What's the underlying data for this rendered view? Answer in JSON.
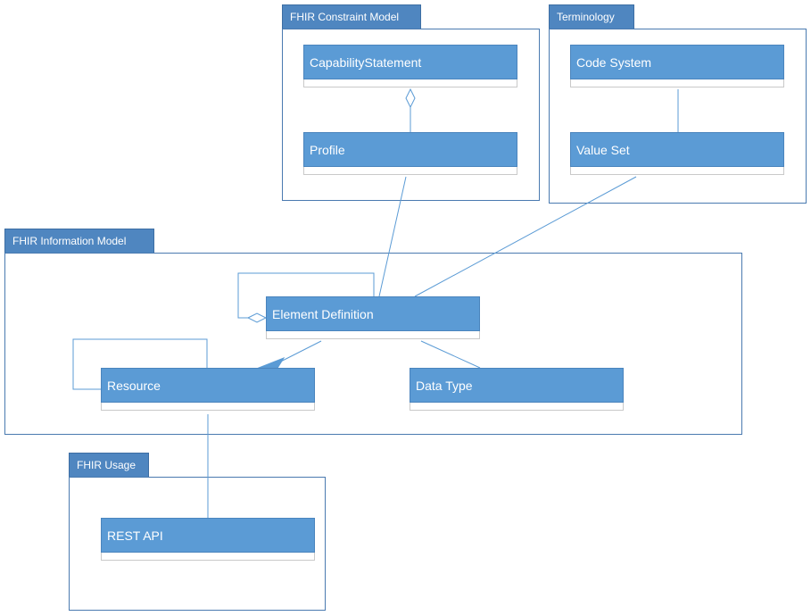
{
  "packages": {
    "constraint": "FHIR Constraint Model",
    "terminology": "Terminology",
    "information": "FHIR Information Model",
    "usage": "FHIR Usage"
  },
  "classes": {
    "capability_statement": "CapabilityStatement",
    "profile": "Profile",
    "code_system": "Code System",
    "value_set": "Value Set",
    "element_definition": "Element Definition",
    "resource": "Resource",
    "data_type": "Data Type",
    "rest_api": "REST API"
  },
  "colors": {
    "class_fill": "#5b9bd5",
    "package_tab": "#4f86c0",
    "line": "#5b9bd5"
  }
}
